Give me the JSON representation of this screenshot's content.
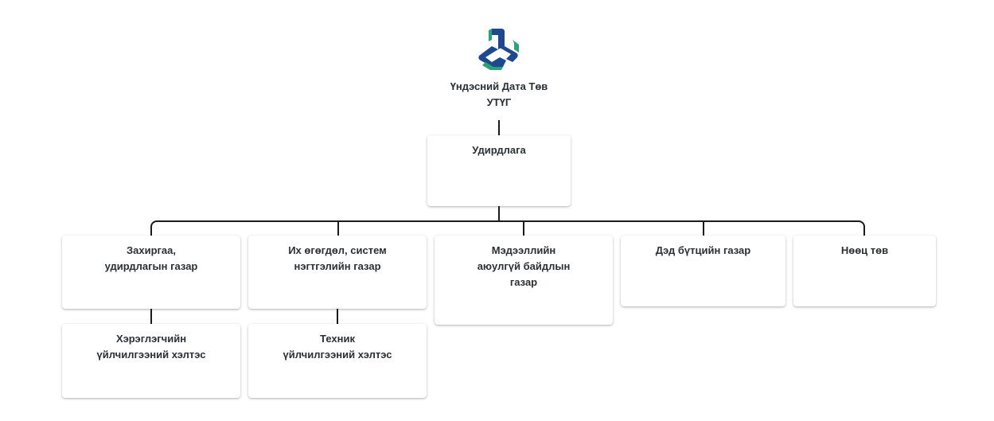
{
  "root": {
    "logo": "national-data-center-logo",
    "title_line1": "Үндэсний Дата Төв",
    "title_line2": "УТҮГ",
    "colors": {
      "logo_blue": "#1d4a8f",
      "logo_green": "#2aa37a"
    }
  },
  "management": {
    "label": "Удирдлага"
  },
  "departments": [
    {
      "line1": "Захиргаа,",
      "line2": "удирдлагын газар",
      "line3": ""
    },
    {
      "line1": "Их өгөгдөл, систем",
      "line2": "нэгтгэлийн газар",
      "line3": ""
    },
    {
      "line1": "Мэдээллийн",
      "line2": "аюулгүй байдлын",
      "line3": "газар"
    },
    {
      "line1": "Дэд бүтцийн газар",
      "line2": "",
      "line3": ""
    },
    {
      "line1": "Нөөц төв",
      "line2": "",
      "line3": ""
    }
  ],
  "units": [
    {
      "parent": "Захиргаа, удирдлагын газар",
      "line1": "Хэрэглэгчийн",
      "line2": "үйлчилгээний хэлтэс"
    },
    {
      "parent": "Их өгөгдөл, систем нэгтгэлийн газар",
      "line1": "Техник",
      "line2": "үйлчилгээний хэлтэс"
    }
  ]
}
